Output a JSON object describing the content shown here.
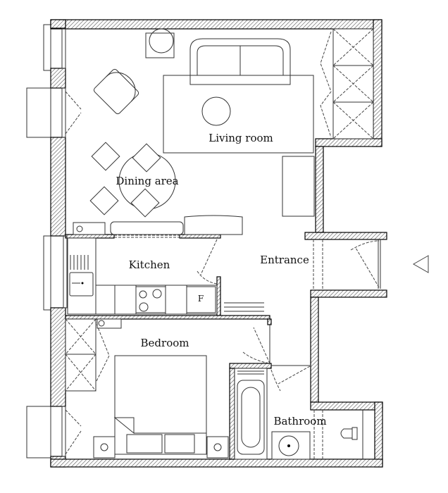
{
  "rooms": {
    "living_room": "Living room",
    "dining_area": "Dining area",
    "kitchen": "Kitchen",
    "entrance": "Entrance",
    "bedroom": "Bedroom",
    "bathroom": "Bathroom"
  },
  "appliances": {
    "fridge": "F"
  },
  "icons": {
    "entry_marker": "triangle-left-icon"
  },
  "colors": {
    "walls": "#000000",
    "background": "#ffffff"
  }
}
